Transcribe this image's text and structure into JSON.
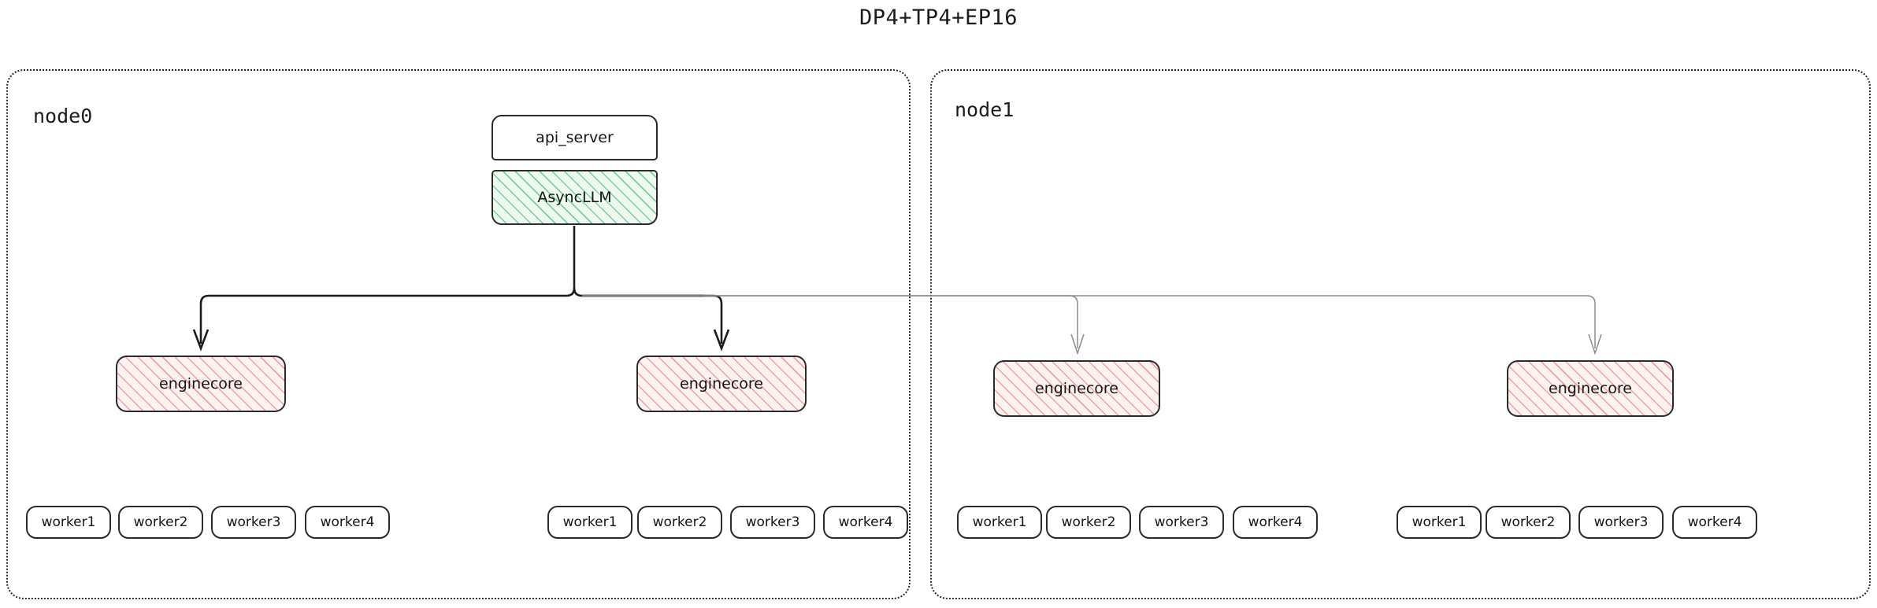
{
  "title": "DP4+TP4+EP16",
  "colors": {
    "background": "#ffffff",
    "text": "#161616",
    "node_border": "#2b2b2b",
    "cluster_border": "#2a2a2a",
    "edge_strong": "#1d1d1d",
    "edge_weak": "#8d8d8d",
    "asyncllm_hatch": "#78cd96",
    "asyncllm_fill": "#eefaf1",
    "enginecore_hatch": "#ec9696",
    "enginecore_fill": "#fdf2f2"
  },
  "clusters": [
    {
      "id": "node0",
      "label": "node0"
    },
    {
      "id": "node1",
      "label": "node1"
    }
  ],
  "nodes": {
    "api_server": {
      "label": "api_server",
      "style": "plain"
    },
    "async_llm": {
      "label": "AsyncLLM",
      "style": "green-hatch"
    },
    "enginecores": [
      {
        "id": "ec0",
        "label": "enginecore",
        "cluster": "node0",
        "style": "pink-hatch"
      },
      {
        "id": "ec1",
        "label": "enginecore",
        "cluster": "node0",
        "style": "pink-hatch"
      },
      {
        "id": "ec2",
        "label": "enginecore",
        "cluster": "node1",
        "style": "pink-hatch"
      },
      {
        "id": "ec3",
        "label": "enginecore",
        "cluster": "node1",
        "style": "pink-hatch"
      }
    ]
  },
  "worker_groups": [
    {
      "owner": "ec0",
      "cluster": "node0",
      "workers": [
        "worker1",
        "worker2",
        "worker3",
        "worker4"
      ]
    },
    {
      "owner": "ec1",
      "cluster": "node0",
      "workers": [
        "worker1",
        "worker2",
        "worker3",
        "worker4"
      ]
    },
    {
      "owner": "ec2",
      "cluster": "node1",
      "workers": [
        "worker1",
        "worker2",
        "worker3",
        "worker4"
      ]
    },
    {
      "owner": "ec3",
      "cluster": "node1",
      "workers": [
        "worker1",
        "worker2",
        "worker3",
        "worker4"
      ]
    }
  ],
  "edges": [
    {
      "from": "async_llm",
      "to": "ec0",
      "weight": "strong"
    },
    {
      "from": "async_llm",
      "to": "ec1",
      "weight": "strong"
    },
    {
      "from": "async_llm",
      "to": "ec2",
      "weight": "weak"
    },
    {
      "from": "async_llm",
      "to": "ec3",
      "weight": "weak"
    }
  ]
}
